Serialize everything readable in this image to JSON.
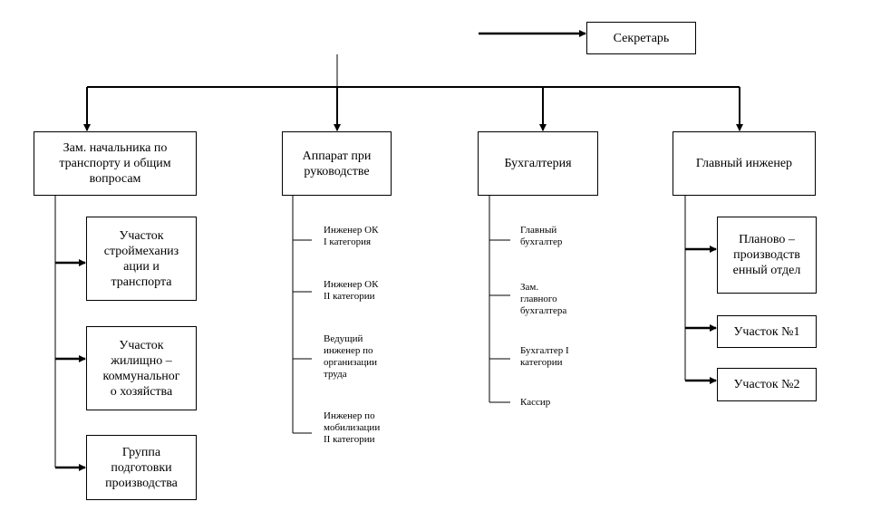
{
  "boxes": {
    "secretary": "Секретарь",
    "deputy": "Зам. начальника по\nтранспорту и общим\nвопросам",
    "apparatus": "Аппарат при\nруководстве",
    "accounting": "Бухгалтерия",
    "chief_engineer": "Главный инженер",
    "transport_section": "Участок\nстроймеханиз\nации и\nтранспорта",
    "housing_section": "Участок\nжилищно –\nкоммунальног\nо хозяйства",
    "prep_group": "Группа\nподготовки\nпроизводства",
    "planning_dept": "Планово –\nпроизводств\nенный отдел",
    "section1": "Участок №1",
    "section2": "Участок №2"
  },
  "apparatus_items": [
    "Инженер ОК\nI категория",
    "Инженер ОК\nII категории",
    "Ведущий\nинженер по\nорганизации\nтруда",
    "Инженер по\nмобилизации\nII категории"
  ],
  "accounting_items": [
    "Главный\nбухгалтер",
    "Зам.\nглавного\nбухгалтера",
    "Бухгалтер I\nкатегории",
    "Кассир"
  ]
}
